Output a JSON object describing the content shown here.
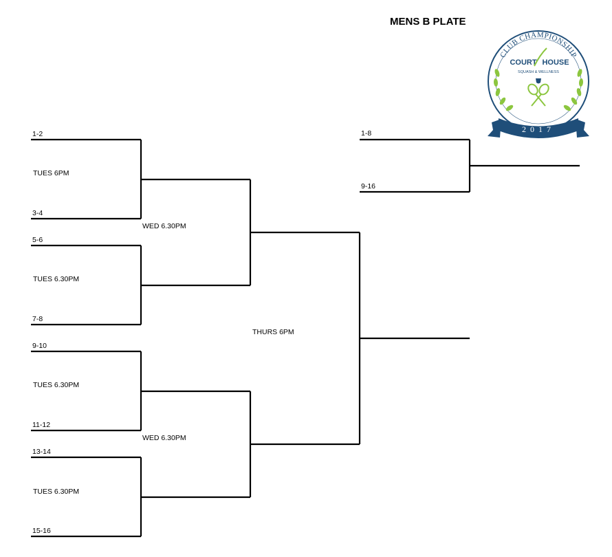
{
  "title": "MENS B PLATE",
  "seeds": {
    "s1": "1-2",
    "s2": "3-4",
    "s3": "5-6",
    "s4": "7-8",
    "s5": "9-10",
    "s6": "11-12",
    "s7": "13-14",
    "s8": "15-16"
  },
  "round1_times": {
    "m1": "TUES 6PM",
    "m2": "TUES 6.30PM",
    "m3": "TUES 6.30PM",
    "m4": "TUES 6.30PM"
  },
  "round2_times": {
    "m1": "WED 6.30PM",
    "m2": "WED 6.30PM"
  },
  "final_time": "THURS 6PM",
  "playoff": {
    "top": "1-8",
    "bottom": "9-16"
  },
  "logo": {
    "arc_text": "CLUB CHAMPIONSHIP",
    "brand_left": "COURT",
    "brand_right": "HOUSE",
    "tagline": "SQUASH & WELLNESS",
    "year": "2017",
    "colors": {
      "navy": "#1f4e79",
      "green": "#8cc63f"
    }
  }
}
